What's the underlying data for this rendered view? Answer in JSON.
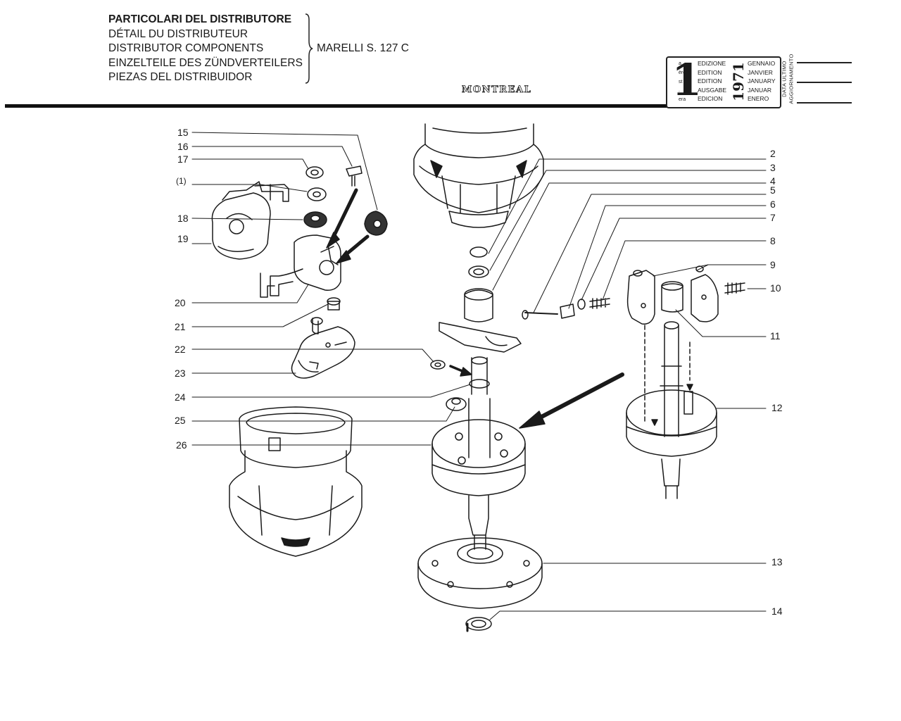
{
  "header": {
    "titles": [
      "PARTICOLARI DEL DISTRIBUTORE",
      "DÉTAIL DU DISTRIBUTEUR",
      "DISTRIBUTOR COMPONENTS",
      "EINZELTEILE DES ZÜNDVERTEILERS",
      "PIEZAS DEL DISTRIBUIDOR"
    ],
    "model": "MARELLI S. 127 C",
    "car_logo": "MONTREAL"
  },
  "edition": {
    "number": "1",
    "suffixes": [
      "a",
      "ère",
      "st",
      ".",
      "era"
    ],
    "words": [
      "EDIZIONE",
      "EDITION",
      "EDITION",
      "AUSGABE",
      "EDICION"
    ],
    "months": [
      "GENNAIO",
      "JANVIER",
      "JANUARY",
      "JANUAR",
      "ENERO"
    ],
    "year": "1971",
    "update_label_1": "DATA ULTIMO",
    "update_label_2": "AGGIORNAMENTO"
  },
  "callouts": {
    "left": [
      "15",
      "16",
      "17",
      "(1)",
      "18",
      "19",
      "20",
      "21",
      "22",
      "23",
      "24",
      "25",
      "26"
    ],
    "right": [
      "2",
      "3",
      "4",
      "5",
      "6",
      "7",
      "8",
      "9",
      "10",
      "11",
      "12",
      "13",
      "14"
    ]
  }
}
